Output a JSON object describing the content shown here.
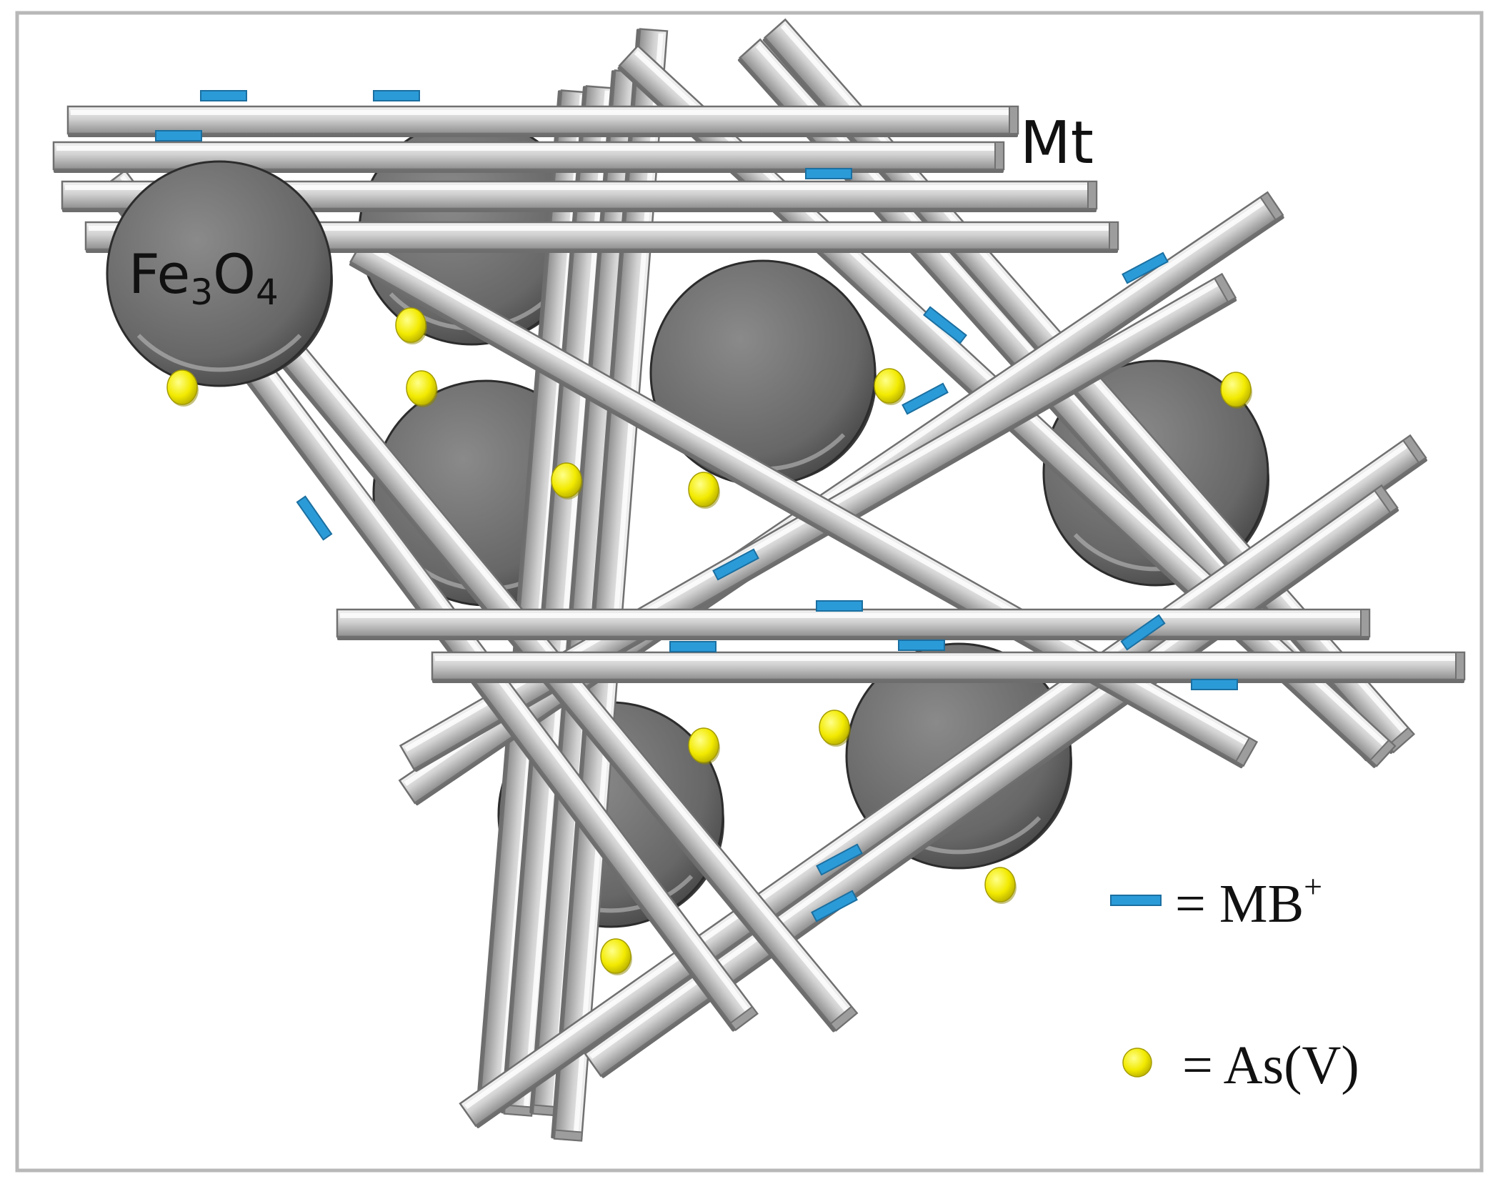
{
  "labels": {
    "mt": "Mt",
    "fe_main": "Fe",
    "fe_sub1": "3",
    "fe_o": "O",
    "fe_sub2": "4"
  },
  "legend": {
    "mb_text": "= MB",
    "mb_sup": "+",
    "as_text": "= As(V)"
  },
  "colors": {
    "background": "#ffffff",
    "frame": "#b8b8b8",
    "rod": "#c9c9c9",
    "particle": "#6b6b6b",
    "mb_plus": "#2b9bd8",
    "as_v": "#f2ea00"
  },
  "icons": {
    "rod": "rod-icon",
    "particle": "sphere-icon",
    "mb_plus": "dash-icon",
    "as_v": "yellow-dot-icon"
  }
}
